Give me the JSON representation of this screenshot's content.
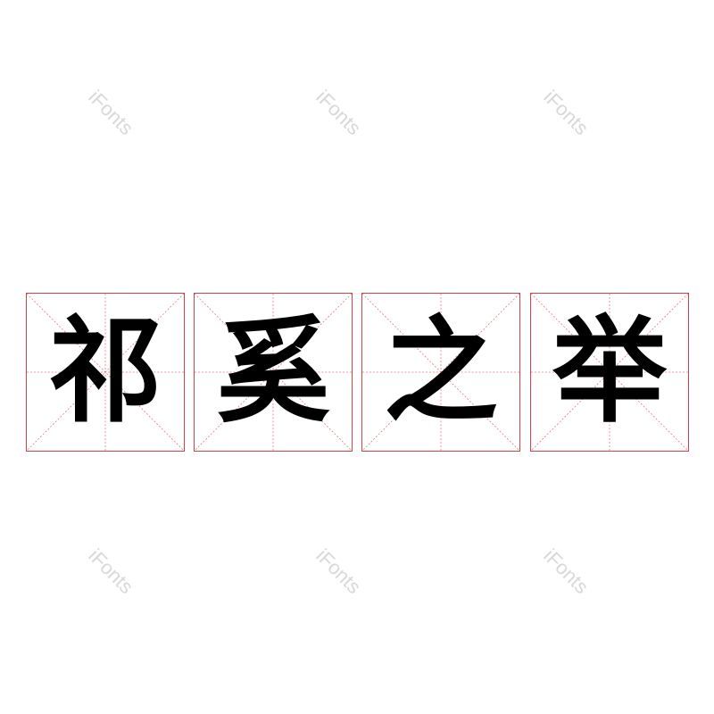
{
  "phrase": [
    "祁",
    "奚",
    "之",
    "举"
  ],
  "watermark": "iFonts",
  "grid_color": "#d0414a",
  "glyph_color": "#000000"
}
